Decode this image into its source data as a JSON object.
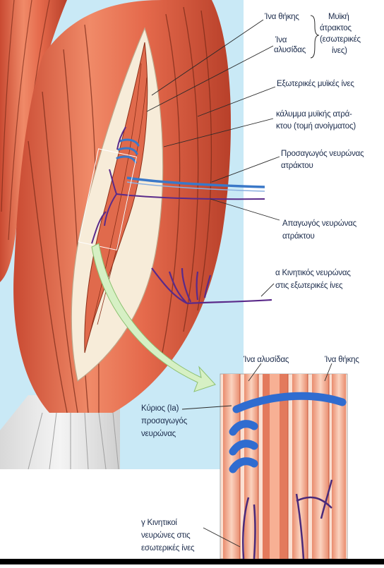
{
  "colors": {
    "background_blue": "#c9e9f6",
    "muscle_red": "#e0674a",
    "muscle_light": "#f6b89d",
    "spindle_cream": "#f7ecd9",
    "afferent_blue": "#3a78c8",
    "efferent_purple": "#5a2a8a",
    "arrow_green": "#d6f0c4",
    "label_text": "#1a2a4a"
  },
  "labels": {
    "nuclear_bag_fiber": "Ίνα θήκης",
    "nuclear_chain_fiber_l1": "Ίνα",
    "nuclear_chain_fiber_l2": "αλυσίδας",
    "muscle_spindle_l1": "Μυϊκή",
    "muscle_spindle_l2": "άτρακτος",
    "muscle_spindle_l3": "(εσωτερικές",
    "muscle_spindle_l4": "ίνες)",
    "extrafusal_fibers": "Εξωτερικές μυϊκές ίνες",
    "capsule_l1": "κάλυμμα μυϊκής ατρά-",
    "capsule_l2": "κτου (τομή ανοίγματος)",
    "afferent_l1": "Προσαγωγός νευρώνας",
    "afferent_l2": "ατράκτου",
    "efferent_l1": "Απαγωγός νευρώνας",
    "efferent_l2": "ατράκτου",
    "alpha_motor_l1": "α Κινητικός νευρώνας",
    "alpha_motor_l2": "στις εξωτερικές ίνες",
    "inset_chain_fiber": "Ίνα αλυσίδας",
    "inset_bag_fiber": "Ίνα θήκης",
    "primary_afferent_l1": "Κύριος (Ia)",
    "primary_afferent_l2": "προσαγωγός",
    "primary_afferent_l3": "νευρώνας",
    "gamma_motor_l1": "γ Κινητικοί",
    "gamma_motor_l2": "νευρώνες στις",
    "gamma_motor_l3": "εσωτερικές ίνες"
  }
}
